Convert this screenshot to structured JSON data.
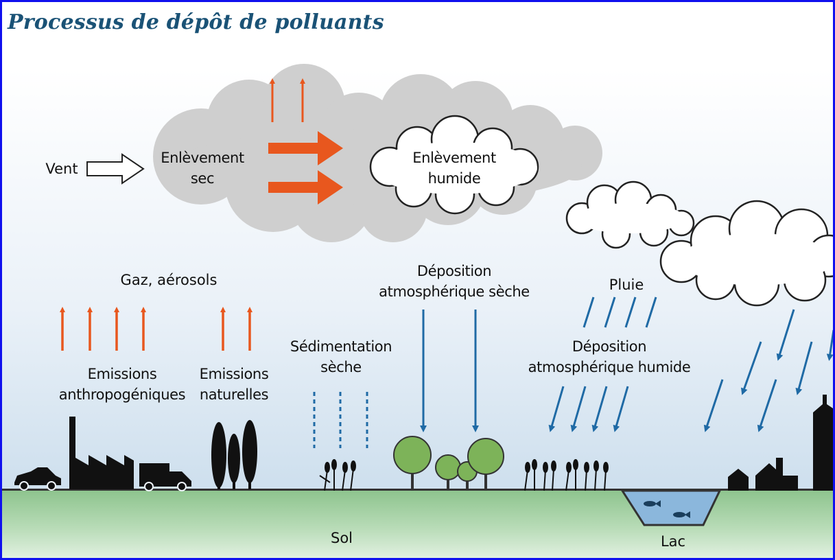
{
  "title": "Processus de dépôt de polluants",
  "labels": {
    "wind": "Vent",
    "dry_removal": "Enlèvement\nsec",
    "wet_removal": "Enlèvement\nhumide",
    "gases": "Gaz, aérosols",
    "anthropogenic": "Emissions\nanthropogéniques",
    "natural": "Emissions\nnaturelles",
    "dry_sedimentation": "Sédimentation\nsèche",
    "dry_deposition": "Déposition\natmosphérique sèche",
    "rain": "Pluie",
    "wet_deposition": "Déposition\natmosphérique humide",
    "soil": "Sol",
    "lake": "Lac"
  },
  "colors": {
    "frame_border": "#1010ee",
    "title": "#1a5276",
    "orange_arrow": "#e8571e",
    "blue_arrow": "#1f6aa5",
    "cloud_gray": "#cfcfcf",
    "ground_green": "#8ec48e",
    "tree_green": "#7db359",
    "lake_blue": "#8bb7dc"
  }
}
